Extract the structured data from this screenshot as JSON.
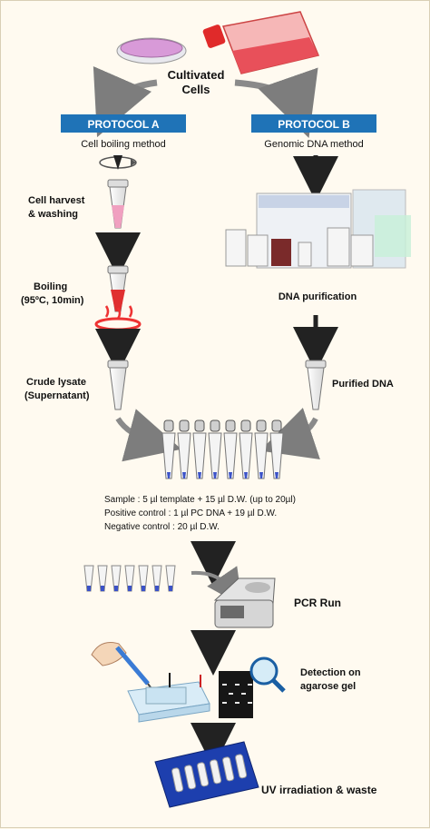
{
  "title": {
    "line1": "Cultivated",
    "line2": "Cells"
  },
  "protocol_a": {
    "header": "PROTOCOL  A",
    "subtitle": "Cell boiling method",
    "step1_line1": "Cell harvest",
    "step1_line2": "& washing",
    "step2_line1": "Boiling",
    "step2_line2": "(95ºC, 10min)",
    "step3_line1": "Crude lysate",
    "step3_line2": "(Supernatant)"
  },
  "protocol_b": {
    "header": "PROTOCOL  B",
    "subtitle": "Genomic DNA method",
    "step1": "DNA purification",
    "step2": "Purified DNA"
  },
  "pcr_setup": {
    "line1": "Sample : 5 µl template + 15 µl D.W. (up to 20µl)",
    "line2": "Positive control : 1 µl PC DNA + 19 µl D.W.",
    "line3": "Negative control : 20 µl D.W."
  },
  "pcr_run": "PCR Run",
  "detection": {
    "line1": "Detection on",
    "line2": "agarose gel"
  },
  "disposal": "UV irradiation & waste",
  "colors": {
    "protocol_header": "#1f73b7",
    "arrow": "#222222",
    "curved_arrow": "#8a8a8a",
    "lysate": "#e03030",
    "wash": "#f0a0c0",
    "tube_tip": "#3b52c8",
    "tray": "#1d3fae"
  }
}
